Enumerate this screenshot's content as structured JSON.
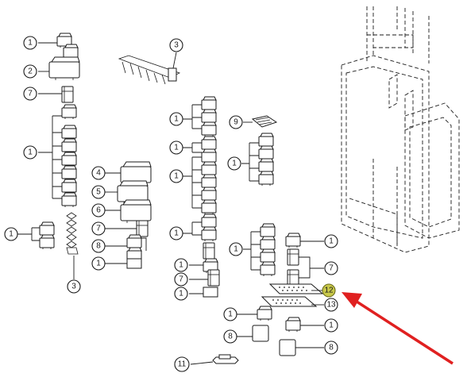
{
  "callouts": {
    "c1": "1",
    "c2": "2",
    "c3": "3",
    "c4": "4",
    "c5": "5",
    "c6": "6",
    "c7": "7",
    "c8": "8",
    "c9": "9",
    "c11": "11",
    "c12": "12",
    "c13": "13"
  },
  "colors": {
    "line": "#1a1a1a",
    "highlight_fill": "#c8c84a",
    "arrow": "#e02020"
  }
}
